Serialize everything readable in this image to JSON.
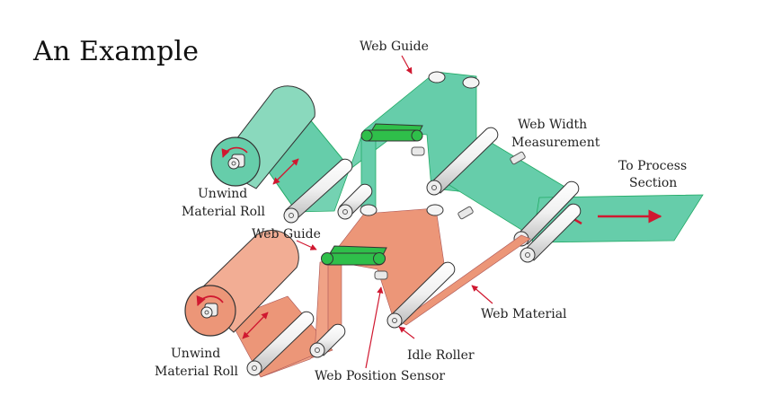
{
  "title": "An Example",
  "colors": {
    "green_web": "#66cdaa",
    "green_web_light": "#8ad9bd",
    "orange_web": "#ec9678",
    "orange_web_light": "#f2ad94",
    "guide_green": "#2fbf4a",
    "arrow_red": "#d01830",
    "roller": "#f2f2f2",
    "outline": "#333333"
  },
  "labels": {
    "web_guide_top": "Web Guide",
    "web_width_measurement_1": "Web Width",
    "web_width_measurement_2": "Measurement",
    "to_process_1": "To Process",
    "to_process_2": "Section",
    "unwind_top_1": "Unwind",
    "unwind_top_2": "Material Roll",
    "web_guide_bottom": "Web Guide",
    "unwind_bottom_1": "Unwind",
    "unwind_bottom_2": "Material Roll",
    "web_material": "Web Material",
    "idle_roller": "Idle Roller",
    "web_position_sensor": "Web Position Sensor"
  }
}
